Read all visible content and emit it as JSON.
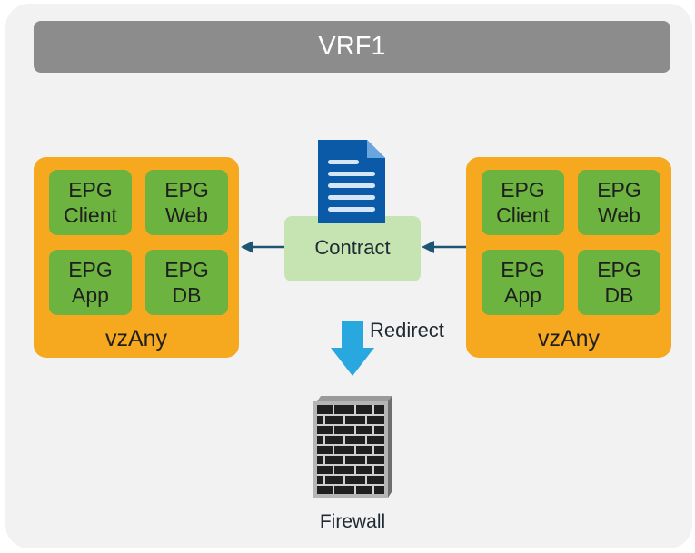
{
  "vrf": {
    "title": "VRF1"
  },
  "left_group": {
    "label": "vzAny",
    "epgs": [
      {
        "line1": "EPG",
        "line2": "Client"
      },
      {
        "line1": "EPG",
        "line2": "Web"
      },
      {
        "line1": "EPG",
        "line2": "App"
      },
      {
        "line1": "EPG",
        "line2": "DB"
      }
    ]
  },
  "right_group": {
    "label": "vzAny",
    "epgs": [
      {
        "line1": "EPG",
        "line2": "Client"
      },
      {
        "line1": "EPG",
        "line2": "Web"
      },
      {
        "line1": "EPG",
        "line2": "App"
      },
      {
        "line1": "EPG",
        "line2": "DB"
      }
    ]
  },
  "contract": {
    "label": "Contract",
    "icon": "document-icon"
  },
  "redirect": {
    "label": "Redirect",
    "icon": "down-arrow-icon"
  },
  "firewall": {
    "label": "Firewall",
    "icon": "brick-wall-firewall-icon"
  },
  "colors": {
    "vrf_bar": "#8c8c8c",
    "vzany_box": "#f6a81e",
    "epg_box": "#6db33f",
    "contract_box": "#c6e4b2",
    "arrow": "#1e5573",
    "redirect_arrow": "#29a8e0",
    "document": "#0b5aa8"
  }
}
